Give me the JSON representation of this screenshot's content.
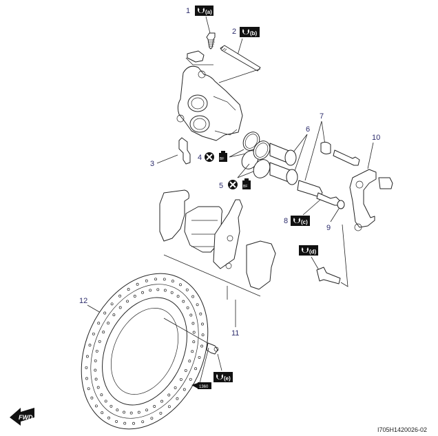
{
  "diagram": {
    "title": "Front brake caliper and disc exploded view",
    "image_code": "I705H1420026-02",
    "fwd_label": "FWD",
    "parts": [
      {
        "num": "1",
        "torque": "(a)"
      },
      {
        "num": "2",
        "torque": "(b)"
      },
      {
        "num": "3"
      },
      {
        "num": "4",
        "replace": true,
        "fluid": "BF"
      },
      {
        "num": "5",
        "replace": true,
        "fluid": "BF"
      },
      {
        "num": "6"
      },
      {
        "num": "7"
      },
      {
        "num": "8",
        "torque": "(c)"
      },
      {
        "num": "9"
      },
      {
        "num": "10"
      },
      {
        "num": "11"
      },
      {
        "num": "12"
      }
    ],
    "torque_d": "(d)",
    "torque_e": "(e)",
    "thread_lock_code": "1360",
    "colors": {
      "line": "#222222",
      "label": "#2b2b6b",
      "badge": "#111111"
    }
  }
}
